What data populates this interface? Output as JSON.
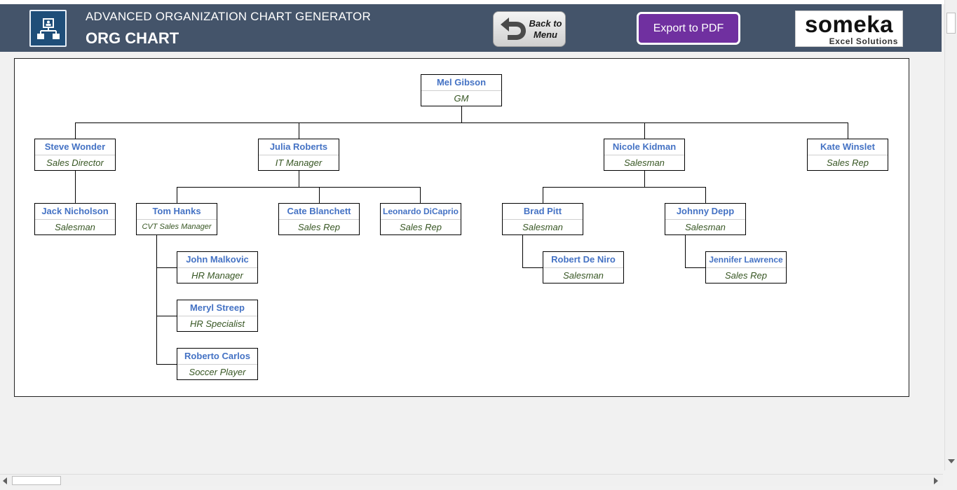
{
  "header": {
    "subtitle": "ADVANCED ORGANIZATION CHART GENERATOR",
    "title": "ORG CHART",
    "app_icon": "org-chart-icon",
    "background_color": "#44546a"
  },
  "toolbar": {
    "back_label_line1": "Back to",
    "back_label_line2": "Menu",
    "back_icon": "undo-arrow-icon",
    "export_label": "Export to PDF",
    "export_color": "#7030a0"
  },
  "logo": {
    "brand": "someka",
    "tagline": "Excel Solutions"
  },
  "org_chart": {
    "name_color": "#4472c4",
    "role_color": "#375623",
    "nodes": [
      {
        "id": "mel",
        "name": "Mel Gibson",
        "role": "GM",
        "parent": null
      },
      {
        "id": "steve",
        "name": "Steve Wonder",
        "role": "Sales Director",
        "parent": "mel"
      },
      {
        "id": "julia",
        "name": "Julia Roberts",
        "role": "IT Manager",
        "parent": "mel"
      },
      {
        "id": "nicole",
        "name": "Nicole Kidman",
        "role": "Salesman",
        "parent": "mel"
      },
      {
        "id": "kate",
        "name": "Kate Winslet",
        "role": "Sales Rep",
        "parent": "mel"
      },
      {
        "id": "jack",
        "name": "Jack Nicholson",
        "role": "Salesman",
        "parent": "steve"
      },
      {
        "id": "tom",
        "name": "Tom Hanks",
        "role": "CVT Sales Manager",
        "parent": "julia"
      },
      {
        "id": "cate",
        "name": "Cate Blanchett",
        "role": "Sales Rep",
        "parent": "julia"
      },
      {
        "id": "leo",
        "name": "Leonardo DiCaprio",
        "role": "Sales Rep",
        "parent": "julia"
      },
      {
        "id": "brad",
        "name": "Brad Pitt",
        "role": "Salesman",
        "parent": "nicole"
      },
      {
        "id": "johnny",
        "name": "Johnny Depp",
        "role": "Salesman",
        "parent": "nicole"
      },
      {
        "id": "john",
        "name": "John Malkovic",
        "role": "HR Manager",
        "parent": "tom"
      },
      {
        "id": "meryl",
        "name": "Meryl Streep",
        "role": "HR Specialist",
        "parent": "tom"
      },
      {
        "id": "roberto",
        "name": "Roberto Carlos",
        "role": "Soccer Player",
        "parent": "tom"
      },
      {
        "id": "robert",
        "name": "Robert De Niro",
        "role": "Salesman",
        "parent": "brad"
      },
      {
        "id": "jennifer",
        "name": "Jennifer Lawrence",
        "role": "Sales Rep",
        "parent": "johnny"
      }
    ]
  }
}
